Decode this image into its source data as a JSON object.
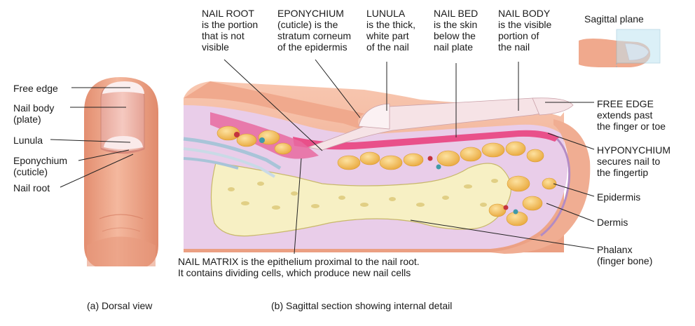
{
  "dorsal_labels": {
    "free_edge": "Free edge",
    "nail_body": [
      "Nail body",
      "(plate)"
    ],
    "lunula": "Lunula",
    "eponychium": [
      "Eponychium",
      "(cuticle)"
    ],
    "nail_root": "Nail root"
  },
  "top_labels": {
    "nail_root": [
      "NAIL ROOT",
      "is the portion",
      "that is not",
      "visible"
    ],
    "eponychium": [
      "EPONYCHIUM",
      "(cuticle) is the",
      "stratum corneum",
      "of the epidermis"
    ],
    "lunula": [
      "LUNULA",
      "is the thick,",
      "white part",
      "of the nail"
    ],
    "nail_bed": [
      "NAIL BED",
      "is the skin",
      "below the",
      "nail plate"
    ],
    "nail_body": [
      "NAIL BODY",
      "is the visible",
      "portion of",
      "the nail"
    ]
  },
  "sagittal_inset": "Sagittal plane",
  "right_labels": {
    "free_edge": [
      "FREE EDGE",
      "extends past",
      "the finger or toe"
    ],
    "hyponychium": [
      "HYPONYCHIUM",
      "secures nail to",
      "the fingertip"
    ],
    "epidermis": "Epidermis",
    "dermis": "Dermis",
    "phalanx": [
      "Phalanx",
      "(finger bone)"
    ]
  },
  "nail_matrix": [
    "NAIL MATRIX is the epithelium proximal to the nail root.",
    "It contains dividing cells, which produce new nail cells"
  ],
  "captions": {
    "a": "(a) Dorsal view",
    "b": "(b) Sagittal section showing internal detail"
  },
  "colors": {
    "skin": "#efa88c",
    "skin_light": "#f6cbb4",
    "dermis": "#e6c8e6",
    "epidermis_pink": "#e94e8a",
    "fat": "#f2b650",
    "bone": "#f7f0c4",
    "nail": "#f4dde2",
    "leader": "#222222"
  }
}
